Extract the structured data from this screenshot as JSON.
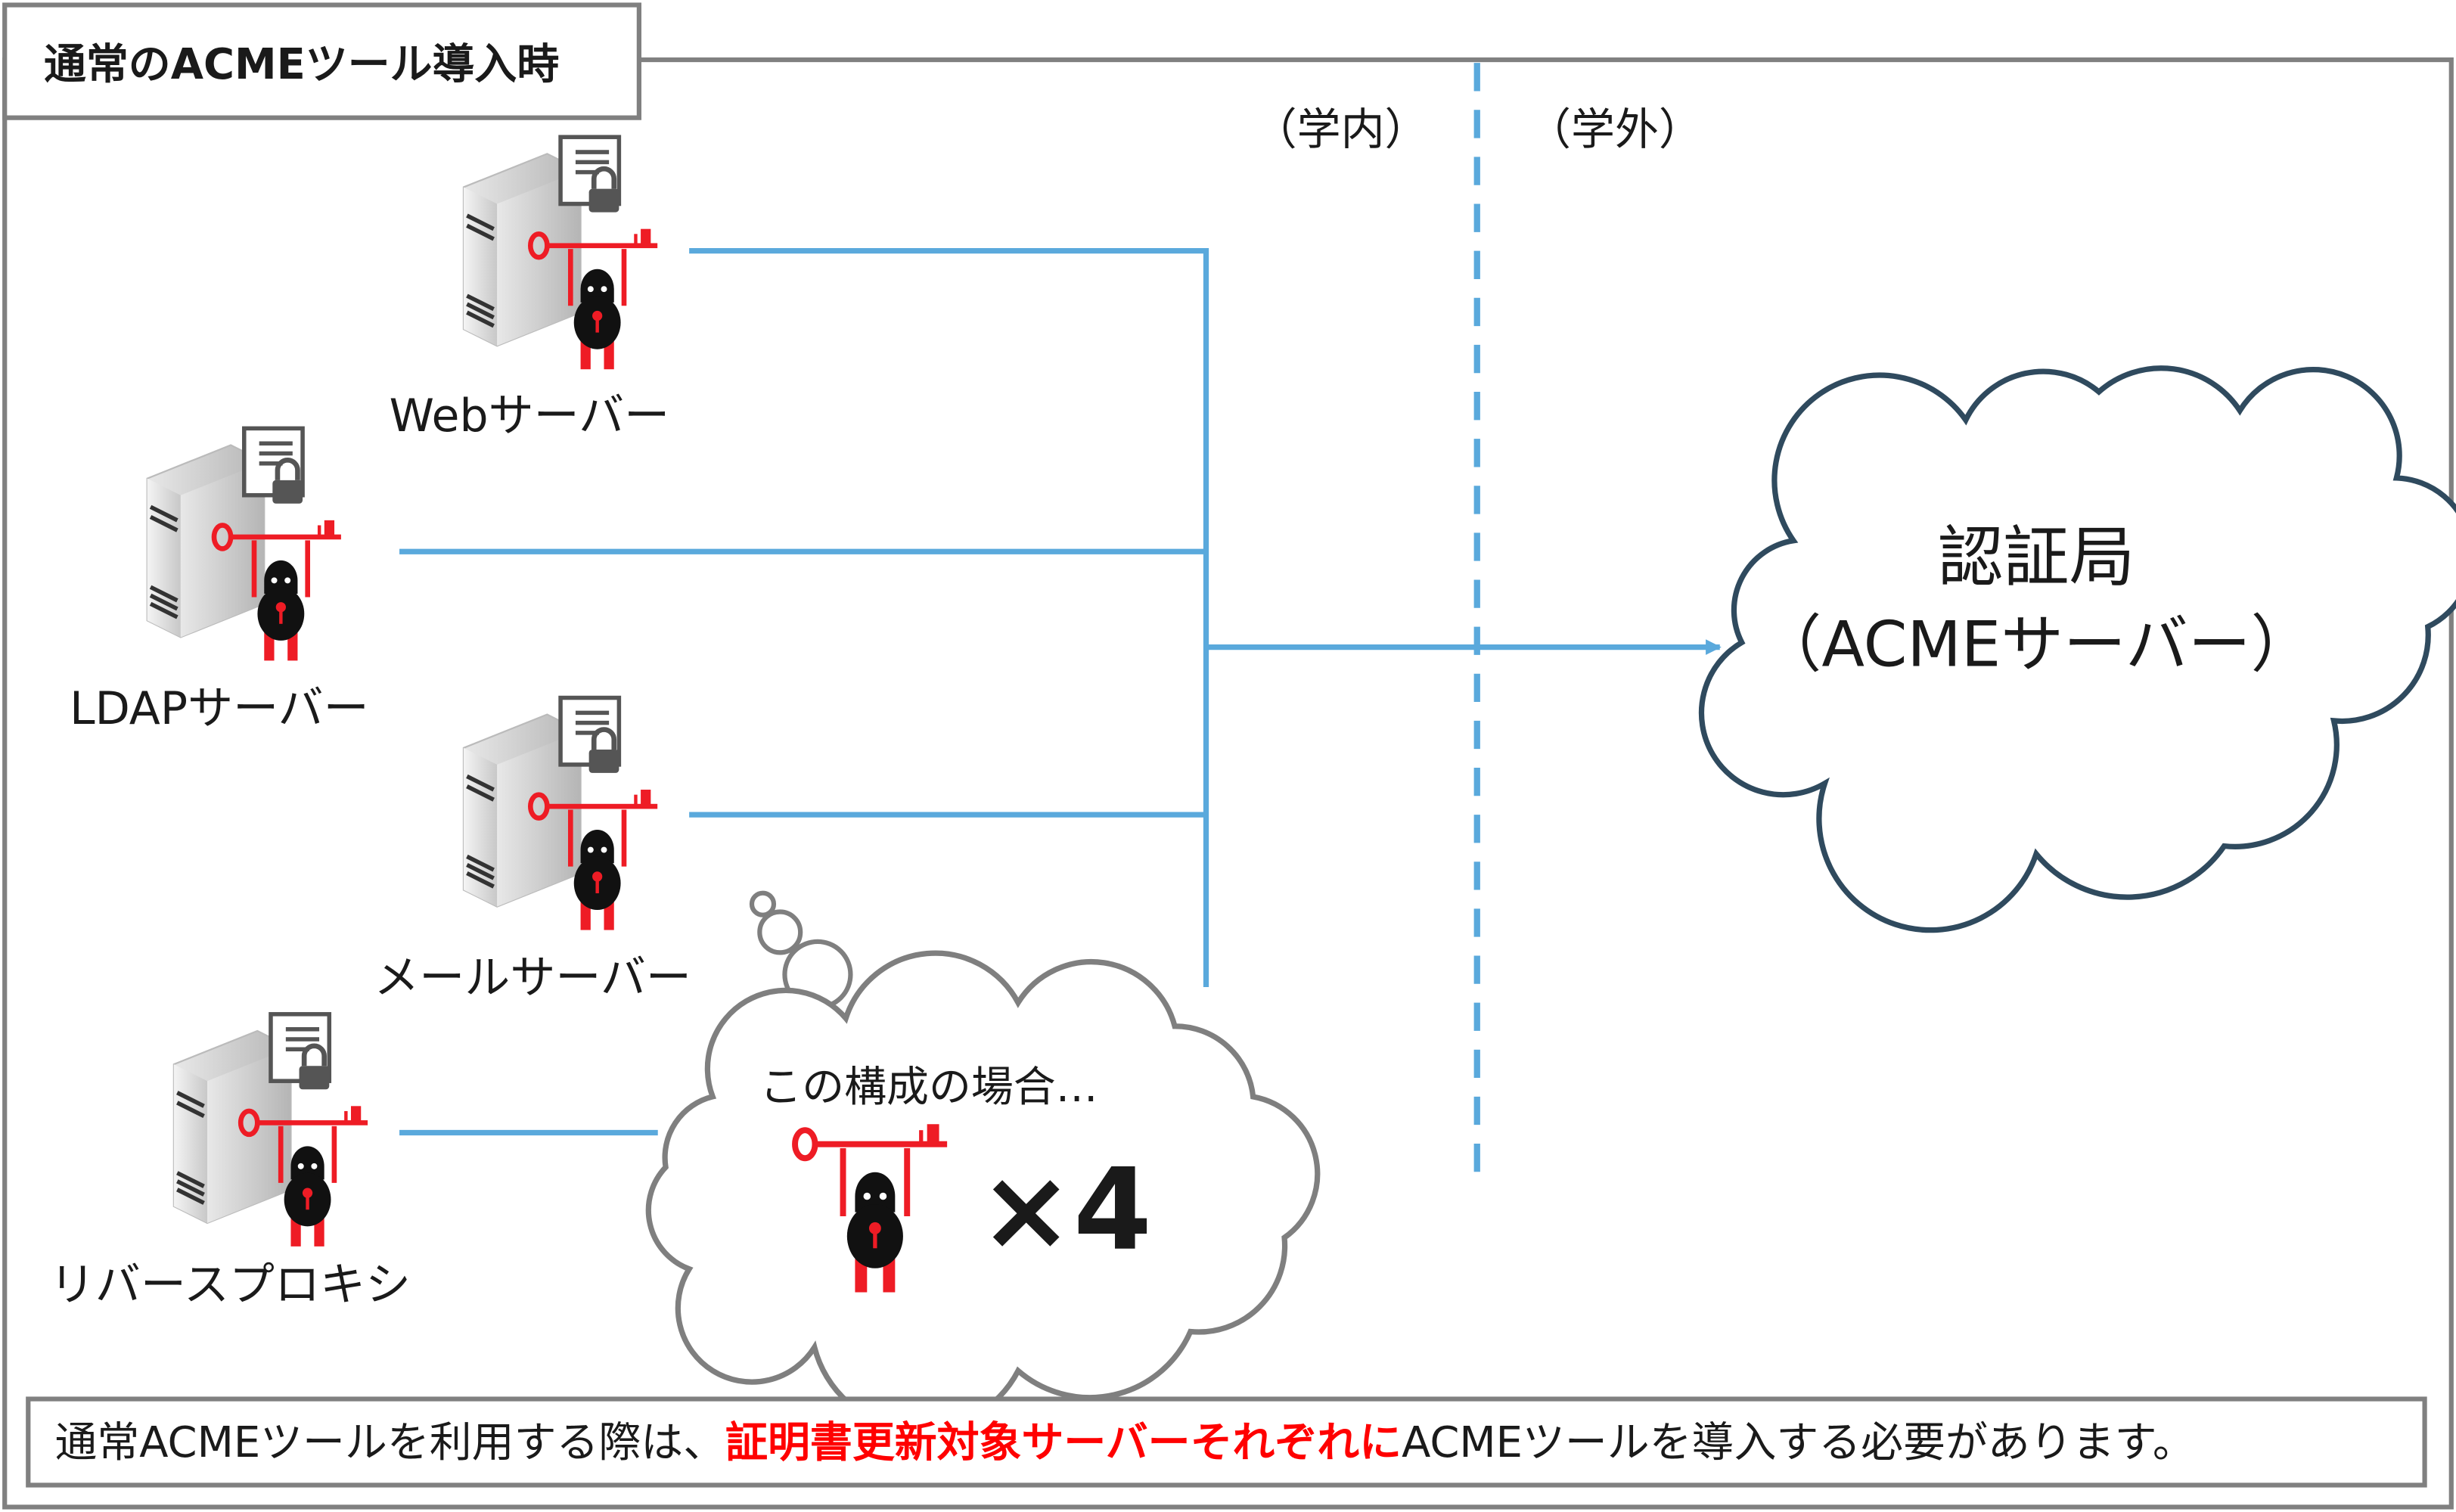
{
  "title": "通常のACMEツール導入時",
  "zones": {
    "inside": "（学内）",
    "outside": "（学外）"
  },
  "servers": [
    {
      "label": "Webサーバー"
    },
    {
      "label": "LDAPサーバー"
    },
    {
      "label": "メールサーバー"
    },
    {
      "label": "リバースプロキシ"
    }
  ],
  "ca": {
    "line1": "認証局",
    "line2": "（ACMEサーバー）"
  },
  "thought": {
    "text": "この構成の場合…",
    "count": "×4"
  },
  "note": {
    "before": "通常ACMEツールを利用する際は、",
    "highlight": "証明書更新対象サーバーそれぞれに",
    "after": "ACMEツールを導入する必要があります。"
  },
  "colors": {
    "link": "#5aa9dc",
    "cloud": "#2f4a5e",
    "highlight": "#ff0000",
    "frame": "#808080",
    "mascot": "#ee1c25"
  }
}
